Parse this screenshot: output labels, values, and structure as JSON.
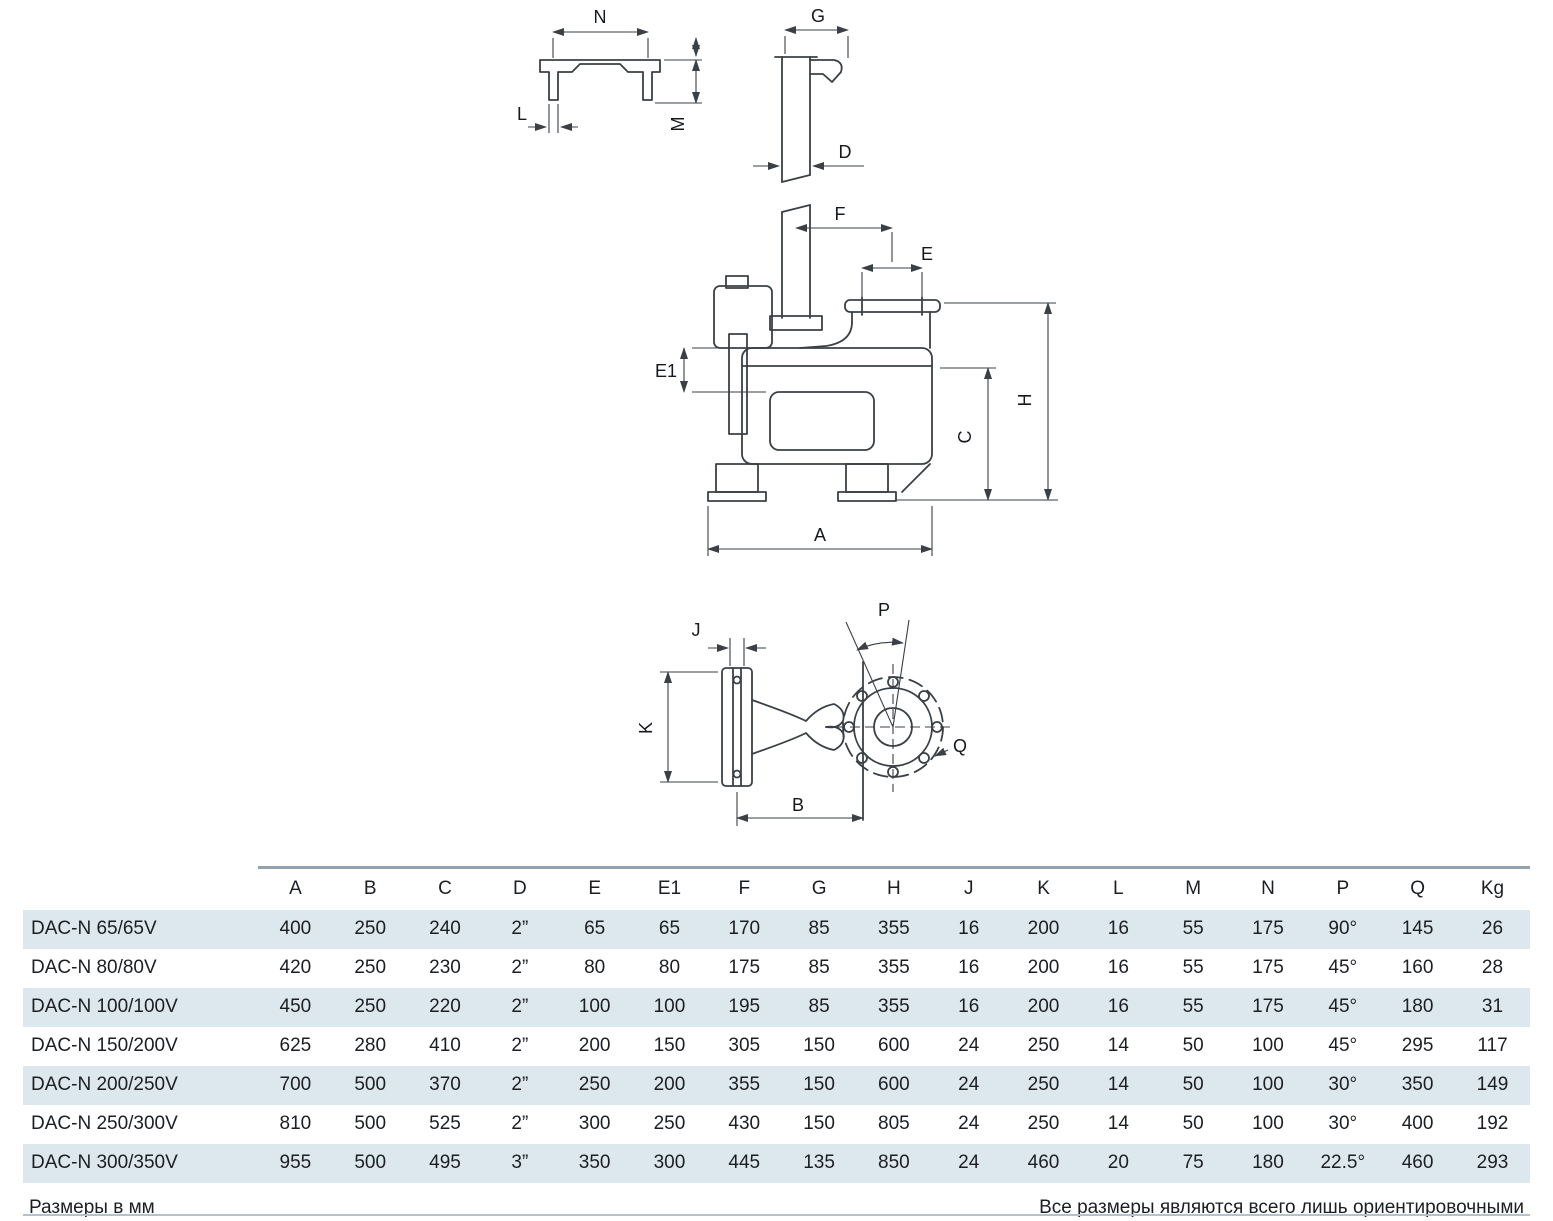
{
  "colors": {
    "row_stripe": "#dde8ee",
    "line": "#3a4046",
    "rule": "#93a2ac"
  },
  "diagram": {
    "main_view_labels": {
      "N": "N",
      "L": "L",
      "M": "M",
      "G": "G",
      "D": "D",
      "F": "F",
      "E": "E",
      "E1": "E1",
      "C": "C",
      "H": "H",
      "A": "A"
    },
    "plan_view_labels": {
      "J": "J",
      "K": "K",
      "B": "B",
      "P": "P",
      "Q": "Q"
    }
  },
  "table": {
    "headers": [
      "A",
      "B",
      "C",
      "D",
      "E",
      "E1",
      "F",
      "G",
      "H",
      "J",
      "K",
      "L",
      "M",
      "N",
      "P",
      "Q",
      "Kg"
    ],
    "rows": [
      {
        "model": "DAC-N 65/65V",
        "values": [
          "400",
          "250",
          "240",
          "2”",
          "65",
          "65",
          "170",
          "85",
          "355",
          "16",
          "200",
          "16",
          "55",
          "175",
          "90°",
          "145",
          "26"
        ]
      },
      {
        "model": "DAC-N 80/80V",
        "values": [
          "420",
          "250",
          "230",
          "2”",
          "80",
          "80",
          "175",
          "85",
          "355",
          "16",
          "200",
          "16",
          "55",
          "175",
          "45°",
          "160",
          "28"
        ]
      },
      {
        "model": "DAC-N 100/100V",
        "values": [
          "450",
          "250",
          "220",
          "2”",
          "100",
          "100",
          "195",
          "85",
          "355",
          "16",
          "200",
          "16",
          "55",
          "175",
          "45°",
          "180",
          "31"
        ]
      },
      {
        "model": "DAC-N 150/200V",
        "values": [
          "625",
          "280",
          "410",
          "2”",
          "200",
          "150",
          "305",
          "150",
          "600",
          "24",
          "250",
          "14",
          "50",
          "100",
          "45°",
          "295",
          "117"
        ]
      },
      {
        "model": "DAC-N 200/250V",
        "values": [
          "700",
          "500",
          "370",
          "2”",
          "250",
          "200",
          "355",
          "150",
          "600",
          "24",
          "250",
          "14",
          "50",
          "100",
          "30°",
          "350",
          "149"
        ]
      },
      {
        "model": "DAC-N 250/300V",
        "values": [
          "810",
          "500",
          "525",
          "2”",
          "300",
          "250",
          "430",
          "150",
          "805",
          "24",
          "250",
          "14",
          "50",
          "100",
          "30°",
          "400",
          "192"
        ]
      },
      {
        "model": "DAC-N 300/350V",
        "values": [
          "955",
          "500",
          "495",
          "3”",
          "350",
          "300",
          "445",
          "135",
          "850",
          "24",
          "460",
          "20",
          "75",
          "180",
          "22.5°",
          "460",
          "293"
        ]
      }
    ]
  },
  "footer": {
    "left": "Размеры в мм",
    "right": "Все размеры являются всего лишь ориентировочными"
  }
}
